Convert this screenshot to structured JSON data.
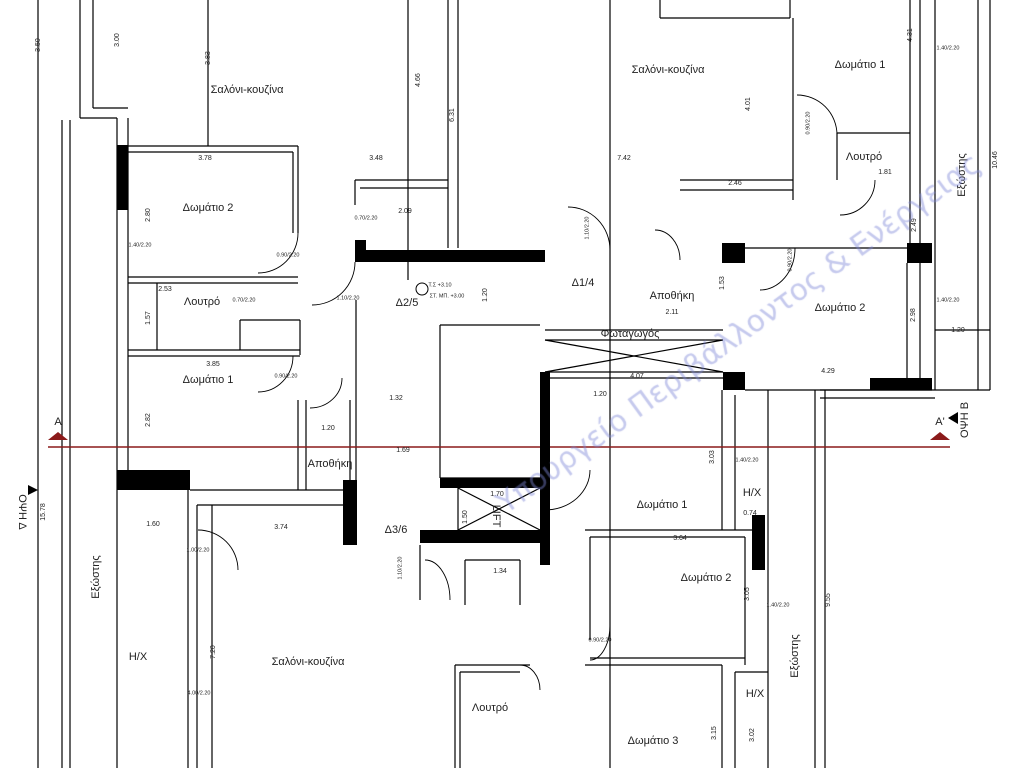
{
  "plan": {
    "rooms": [
      "Σαλόνι-κουζίνα",
      "Σαλόνι-κουζίνα",
      "Σαλόνι-κουζίνα",
      "Δωμάτιο 1",
      "Δωμάτιο 1",
      "Δωμάτιο 1",
      "Δωμάτιο 2",
      "Δωμάτιο 2",
      "Δωμάτιο 2",
      "Δωμάτιο 3",
      "Λουτρό",
      "Λουτρό",
      "Λουτρό",
      "Δ2/5",
      "Δ1/4",
      "Δ3/6",
      "Αποθήκη",
      "Αποθήκη",
      "Φωταγωγός",
      "H/X",
      "H/X",
      "H/X",
      "LIFT"
    ],
    "balconies": [
      "Εξώστης",
      "Εξώστης",
      "Εξώστης"
    ],
    "views": {
      "east": "ΟΨΗ Β",
      "west": "ΟΨΗ Δ"
    },
    "section_marks": {
      "left": "A",
      "right": "A'"
    },
    "level": {
      "finished": "Τ.Σ +3.10",
      "structural": "ΣΤ. ΜΠ. +3.00"
    },
    "dimensions": [
      "3.78",
      "3.48",
      "7.42",
      "2.46",
      "4.01",
      "4.31",
      "1.81",
      "2.49",
      "2.53",
      "1.57",
      "3.85",
      "2.82",
      "2.80",
      "1.32",
      "1.20",
      "1.69",
      "1.60",
      "3.74",
      "7.20",
      "1.50",
      "1.70",
      "1.34",
      "4.07",
      "4.29",
      "2.98",
      "1.20",
      "2.11",
      "1.53",
      "3.64",
      "3.05",
      "3.03",
      "0.74",
      "3.15",
      "3.02",
      "9.55",
      "10.46",
      "15.78",
      "3.50",
      "3.00",
      "3.83",
      "4.66",
      "6.31",
      "2.09",
      "1.20",
      "1.20"
    ],
    "openings": [
      "0.90/2.20",
      "1.40/2.20",
      "0.70/2.20",
      "1.10/2.20",
      "0.70/2.20",
      "0.90/2.20",
      "1.10/2.20",
      "1.40/2.20",
      "1.40/2.20",
      "0.90/2.20",
      "0.90/2.20",
      "1.40/2.20",
      "4.00/2.20",
      "1.00/2.20",
      "1.10/2.20",
      "0.90/2.20",
      "1.40/2.20"
    ],
    "watermark": "Υπουργείο Περιβάλλοντος & Ενέργειας",
    "colors": {
      "walls": "#000000",
      "section_line": "#8b1a1a",
      "watermark": "#7f88d8"
    }
  }
}
